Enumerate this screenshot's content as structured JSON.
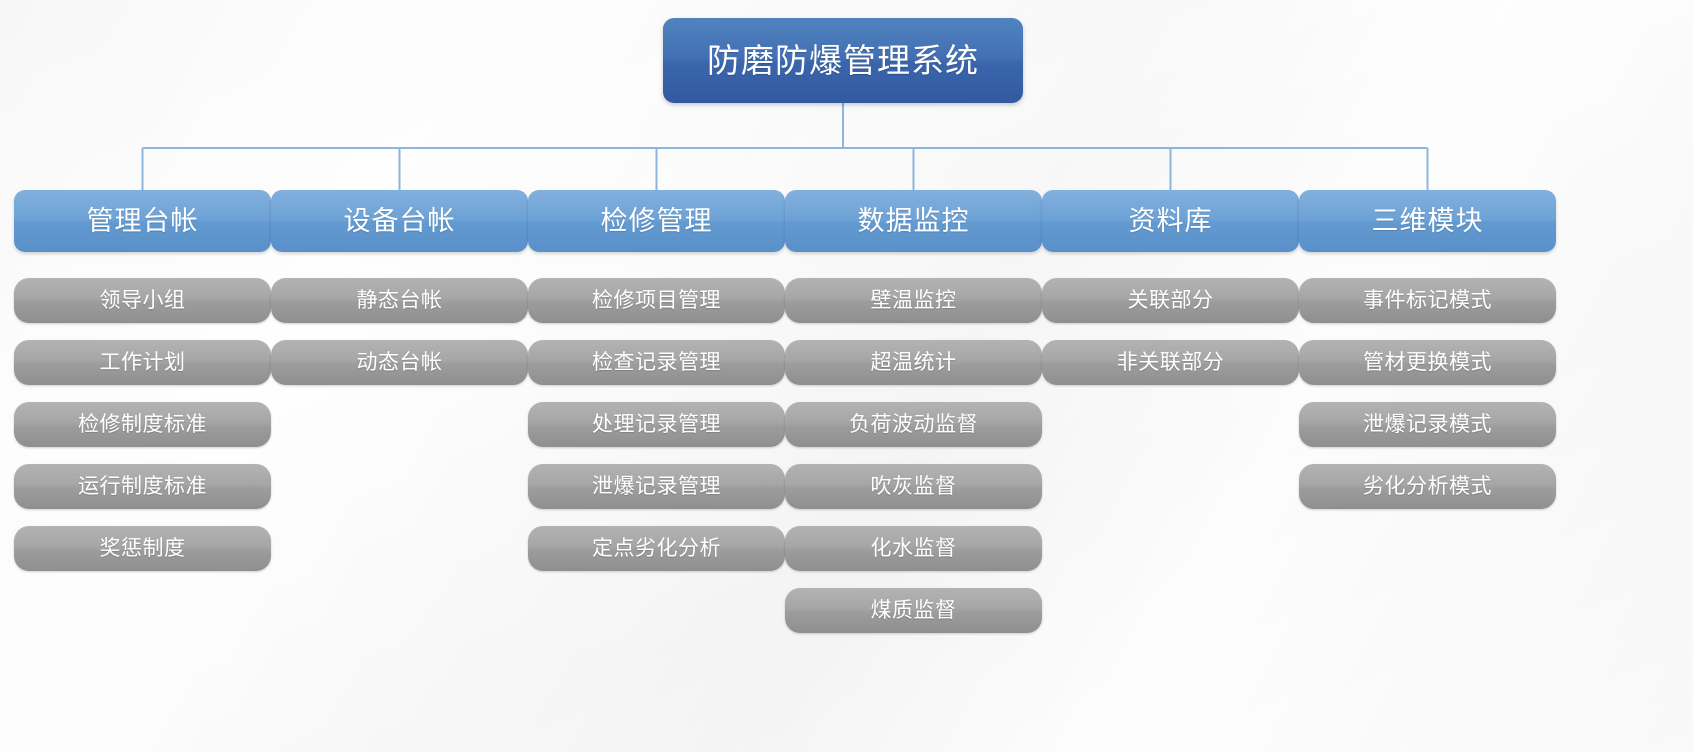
{
  "diagram": {
    "type": "org-chart",
    "title": "防磨防爆管理系统",
    "colors": {
      "root_fill_top": "#5083c0",
      "root_fill_bottom": "#33599f",
      "level2_fill_top": "#82b0de",
      "level2_fill_bottom": "#5a90c9",
      "level3_fill_top": "#b3b3b3",
      "level3_fill_bottom": "#8f8f8f",
      "connector_line": "#8cb6de",
      "label_text": "#ffffff",
      "background": "#fafafa"
    },
    "root": {
      "label": "防磨防爆管理系统"
    },
    "branches": [
      {
        "label": "管理台帐",
        "children": [
          {
            "label": "领导小组"
          },
          {
            "label": "工作计划"
          },
          {
            "label": "检修制度标准"
          },
          {
            "label": "运行制度标准"
          },
          {
            "label": "奖惩制度"
          }
        ]
      },
      {
        "label": "设备台帐",
        "children": [
          {
            "label": "静态台帐"
          },
          {
            "label": "动态台帐"
          }
        ]
      },
      {
        "label": "检修管理",
        "children": [
          {
            "label": "检修项目管理"
          },
          {
            "label": "检查记录管理"
          },
          {
            "label": "处理记录管理"
          },
          {
            "label": "泄爆记录管理"
          },
          {
            "label": "定点劣化分析"
          }
        ]
      },
      {
        "label": "数据监控",
        "children": [
          {
            "label": "壁温监控"
          },
          {
            "label": "超温统计"
          },
          {
            "label": "负荷波动监督"
          },
          {
            "label": "吹灰监督"
          },
          {
            "label": "化水监督"
          },
          {
            "label": "煤质监督"
          }
        ]
      },
      {
        "label": "资料库",
        "children": [
          {
            "label": "关联部分"
          },
          {
            "label": "非关联部分"
          }
        ]
      },
      {
        "label": "三维模块",
        "children": [
          {
            "label": "事件标记模式"
          },
          {
            "label": "管材更换模式"
          },
          {
            "label": "泄爆记录模式"
          },
          {
            "label": "劣化分析模式"
          }
        ]
      }
    ]
  }
}
